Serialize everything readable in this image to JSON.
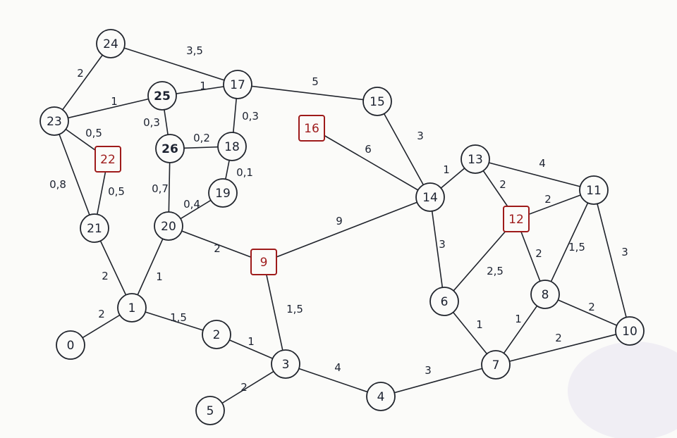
{
  "graph": {
    "colors": {
      "ink": "#20242c",
      "highlight": "#9e1b1b",
      "paper": "#fbfbf9"
    },
    "nodes": [
      {
        "id": "0",
        "label": "0",
        "shape": "circle"
      },
      {
        "id": "1",
        "label": "1",
        "shape": "circle"
      },
      {
        "id": "2",
        "label": "2",
        "shape": "circle"
      },
      {
        "id": "3",
        "label": "3",
        "shape": "circle"
      },
      {
        "id": "4",
        "label": "4",
        "shape": "circle"
      },
      {
        "id": "5",
        "label": "5",
        "shape": "circle"
      },
      {
        "id": "6",
        "label": "6",
        "shape": "circle"
      },
      {
        "id": "7",
        "label": "7",
        "shape": "circle"
      },
      {
        "id": "8",
        "label": "8",
        "shape": "circle"
      },
      {
        "id": "9",
        "label": "9",
        "shape": "square",
        "highlight": true
      },
      {
        "id": "10",
        "label": "10",
        "shape": "circle"
      },
      {
        "id": "11",
        "label": "11",
        "shape": "circle"
      },
      {
        "id": "12",
        "label": "12",
        "shape": "square",
        "highlight": true
      },
      {
        "id": "13",
        "label": "13",
        "shape": "circle"
      },
      {
        "id": "14",
        "label": "14",
        "shape": "circle"
      },
      {
        "id": "15",
        "label": "15",
        "shape": "circle"
      },
      {
        "id": "16",
        "label": "16",
        "shape": "square",
        "highlight": true
      },
      {
        "id": "17",
        "label": "17",
        "shape": "circle"
      },
      {
        "id": "18",
        "label": "18",
        "shape": "circle"
      },
      {
        "id": "19",
        "label": "19",
        "shape": "circle"
      },
      {
        "id": "20",
        "label": "20",
        "shape": "circle"
      },
      {
        "id": "21",
        "label": "21",
        "shape": "circle"
      },
      {
        "id": "22",
        "label": "22",
        "shape": "square",
        "highlight": true
      },
      {
        "id": "23",
        "label": "23",
        "shape": "circle"
      },
      {
        "id": "24",
        "label": "24",
        "shape": "circle"
      },
      {
        "id": "25",
        "label": "25",
        "shape": "circle",
        "bold": true
      },
      {
        "id": "26",
        "label": "26",
        "shape": "circle",
        "bold": true
      }
    ],
    "edges": [
      {
        "from": "24",
        "to": "17",
        "weight": "3,5"
      },
      {
        "from": "24",
        "to": "23",
        "weight": "2"
      },
      {
        "from": "23",
        "to": "25",
        "weight": "1"
      },
      {
        "from": "25",
        "to": "17",
        "weight": "1"
      },
      {
        "from": "17",
        "to": "15",
        "weight": "5"
      },
      {
        "from": "17",
        "to": "18",
        "weight": "0,3"
      },
      {
        "from": "25",
        "to": "26",
        "weight": "0,3"
      },
      {
        "from": "26",
        "to": "18",
        "weight": "0,2"
      },
      {
        "from": "23",
        "to": "22",
        "weight": "0,5"
      },
      {
        "from": "23",
        "to": "21",
        "weight": "0,8"
      },
      {
        "from": "22",
        "to": "21",
        "weight": "0,5"
      },
      {
        "from": "18",
        "to": "19",
        "weight": "0,1"
      },
      {
        "from": "26",
        "to": "20",
        "weight": "0,7"
      },
      {
        "from": "19",
        "to": "20",
        "weight": "0,4"
      },
      {
        "from": "20",
        "to": "9",
        "weight": "2"
      },
      {
        "from": "20",
        "to": "1",
        "weight": "1"
      },
      {
        "from": "21",
        "to": "1",
        "weight": "2"
      },
      {
        "from": "1",
        "to": "0",
        "weight": "2"
      },
      {
        "from": "1",
        "to": "2",
        "weight": "1,5"
      },
      {
        "from": "2",
        "to": "3",
        "weight": "1"
      },
      {
        "from": "9",
        "to": "3",
        "weight": "1,5"
      },
      {
        "from": "3",
        "to": "5",
        "weight": "2"
      },
      {
        "from": "3",
        "to": "4",
        "weight": "4"
      },
      {
        "from": "4",
        "to": "7",
        "weight": "3"
      },
      {
        "from": "9",
        "to": "14",
        "weight": "9"
      },
      {
        "from": "16",
        "to": "14",
        "weight": "6"
      },
      {
        "from": "15",
        "to": "14",
        "weight": "3"
      },
      {
        "from": "14",
        "to": "13",
        "weight": "1"
      },
      {
        "from": "14",
        "to": "6",
        "weight": "3"
      },
      {
        "from": "13",
        "to": "11",
        "weight": "4"
      },
      {
        "from": "13",
        "to": "12",
        "weight": "2"
      },
      {
        "from": "12",
        "to": "11",
        "weight": "2"
      },
      {
        "from": "12",
        "to": "6",
        "weight": "2,5"
      },
      {
        "from": "12",
        "to": "8",
        "weight": "2"
      },
      {
        "from": "11",
        "to": "8",
        "weight": "1,5"
      },
      {
        "from": "11",
        "to": "10",
        "weight": "3"
      },
      {
        "from": "6",
        "to": "7",
        "weight": "1"
      },
      {
        "from": "8",
        "to": "7",
        "weight": "1"
      },
      {
        "from": "8",
        "to": "10",
        "weight": "2"
      },
      {
        "from": "7",
        "to": "10",
        "weight": "2"
      }
    ]
  }
}
